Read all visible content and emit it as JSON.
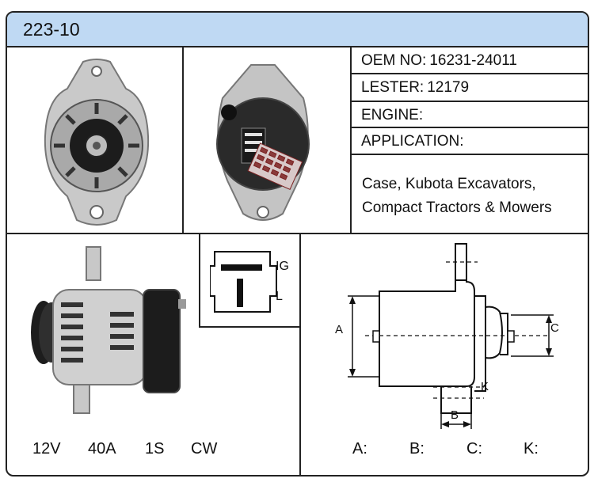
{
  "header": {
    "code": "223-10"
  },
  "specs": [
    {
      "label": "OEM NO:",
      "value": "16231-24011"
    },
    {
      "label": "LESTER:",
      "value": "12179"
    },
    {
      "label": "ENGINE:",
      "value": ""
    },
    {
      "label": "APPLICATION:",
      "value": ""
    }
  ],
  "application": {
    "line1": "Case, Kubota Excavators,",
    "line2": "Compact Tractors & Mowers"
  },
  "connector": {
    "top_label": "IG",
    "bottom_label": "L"
  },
  "ratings": {
    "voltage": "12V",
    "amperage": "40A",
    "pulley": "1S",
    "rotation": "CW"
  },
  "dimension_labels": {
    "a": "A",
    "b": "B",
    "c": "C",
    "k": "K"
  },
  "dimension_keys": {
    "a": "A:",
    "b": "B:",
    "c": "C:",
    "k": "K:"
  },
  "colors": {
    "header_bg": "#bfd9f3",
    "border": "#222222"
  }
}
